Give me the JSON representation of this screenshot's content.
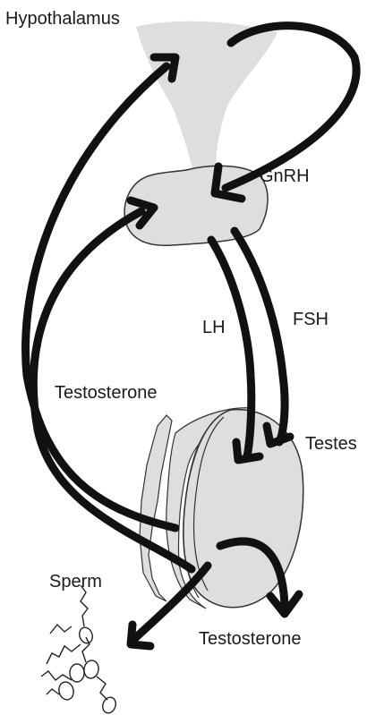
{
  "labels": {
    "hypothalamus": "Hypothalamus",
    "gnrh": "GnRH",
    "lh": "LH",
    "fsh": "FSH",
    "testosterone_feedback": "Testosterone",
    "testes": "Testes",
    "sperm": "Sperm",
    "testosterone_output": "Testosterone"
  },
  "colors": {
    "organ_fill": "#dedede",
    "outline": "#333333",
    "arrow": "#111111"
  }
}
